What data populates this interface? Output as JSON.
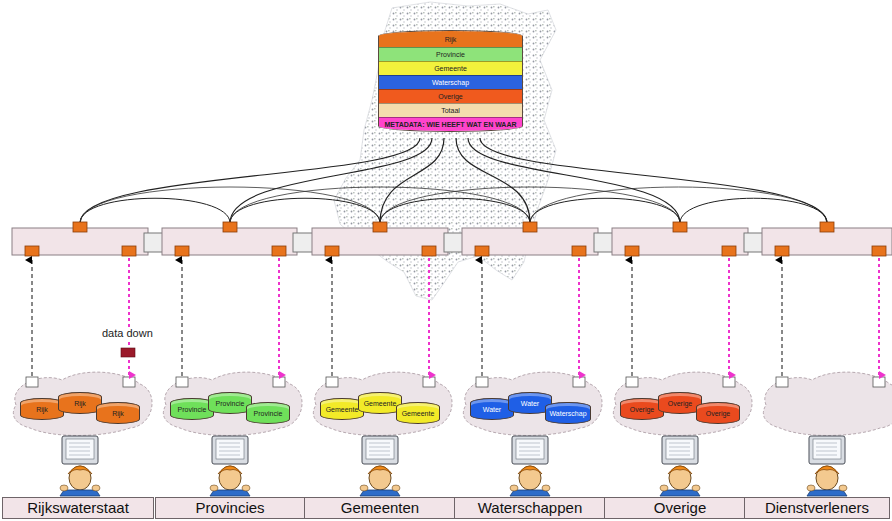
{
  "diagram": {
    "nodes": [
      {
        "text": [
          "Rijk",
          "Provincie",
          "Gemeente",
          "Waterschap",
          "Overige",
          "Totaal",
          "METADATA: WIE HEEFT WAT EN WAAR"
        ]
      },
      {
        "text": [
          "Rijk"
        ]
      },
      {
        "text": [
          "Rijk"
        ]
      },
      {
        "text": [
          "Rijk"
        ]
      },
      {
        "text": [
          "Provincie"
        ]
      },
      {
        "text": [
          "Provincie"
        ]
      },
      {
        "text": [
          "Provincie"
        ]
      },
      {
        "text": [
          "Gemeente"
        ]
      },
      {
        "text": [
          "Gemeente"
        ]
      },
      {
        "text": [
          "Gemeente"
        ]
      },
      {
        "text": [
          "Water"
        ]
      },
      {
        "text": [
          "Water"
        ]
      },
      {
        "text": [
          "Waterschap"
        ]
      },
      {
        "text": [
          "Overige"
        ]
      },
      {
        "text": [
          "Overige"
        ]
      },
      {
        "text": [
          "Overige"
        ]
      },
      {
        "text": [
          "Rijkswaterstaat"
        ]
      },
      {
        "text": [
          "Provincies"
        ]
      },
      {
        "text": [
          "Gemeenten"
        ]
      },
      {
        "text": [
          "Waterschappen"
        ]
      },
      {
        "text": [
          "Overige"
        ]
      },
      {
        "text": [
          "Dienstverleners"
        ]
      }
    ],
    "labels": [
      "data down"
    ]
  }
}
